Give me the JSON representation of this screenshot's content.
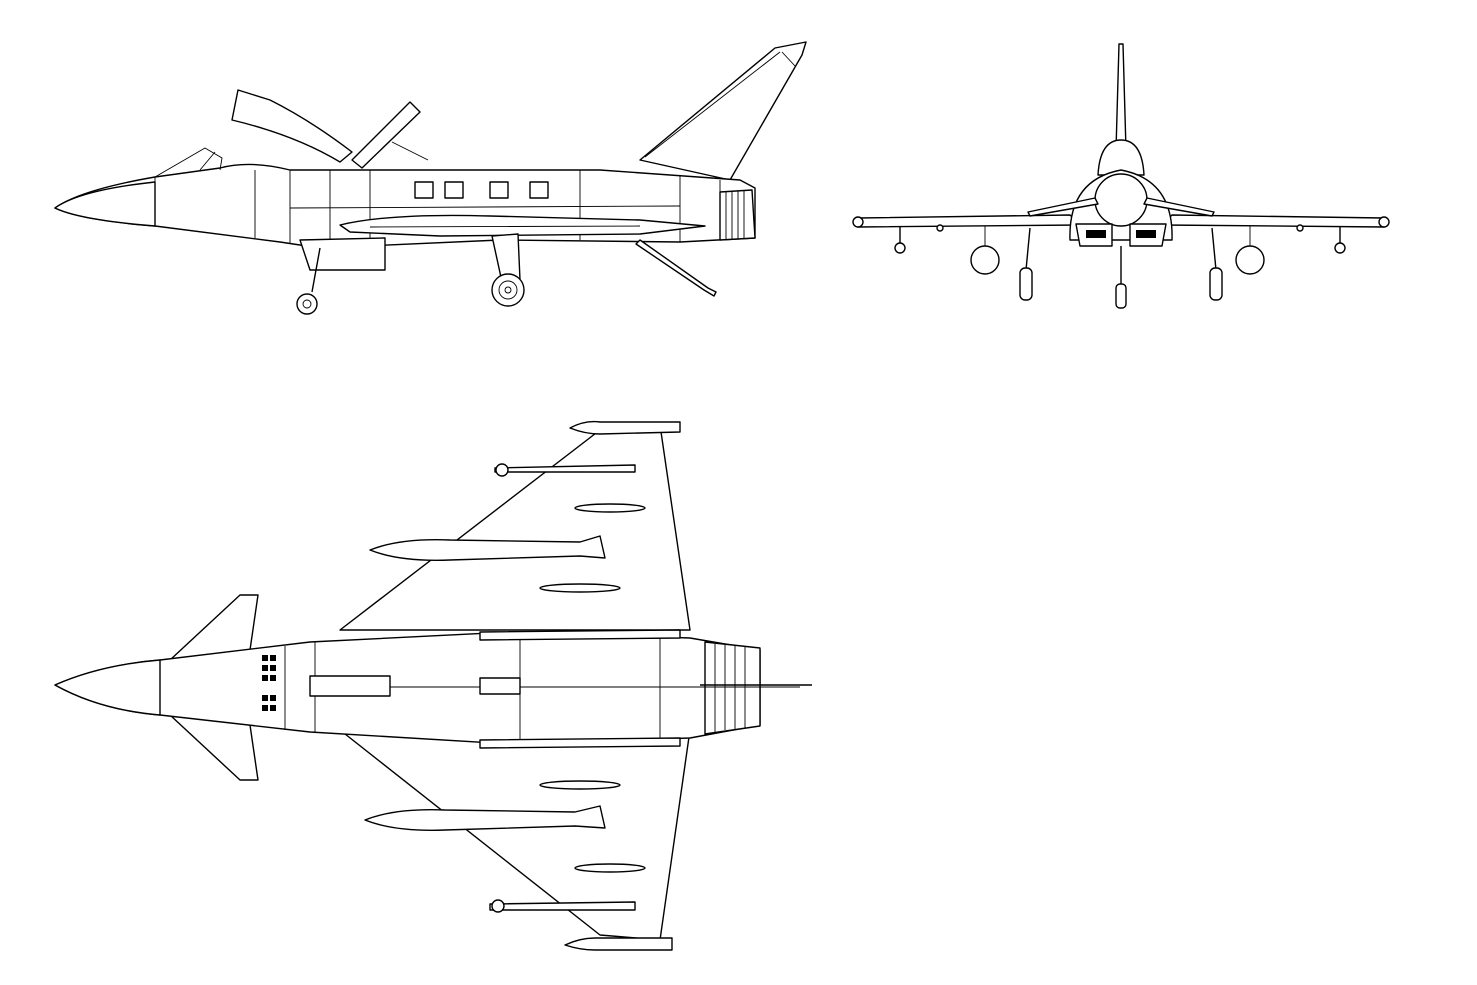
{
  "figure": {
    "background": "#ffffff",
    "ink": "#000000",
    "views": [
      "side",
      "front",
      "top"
    ]
  }
}
